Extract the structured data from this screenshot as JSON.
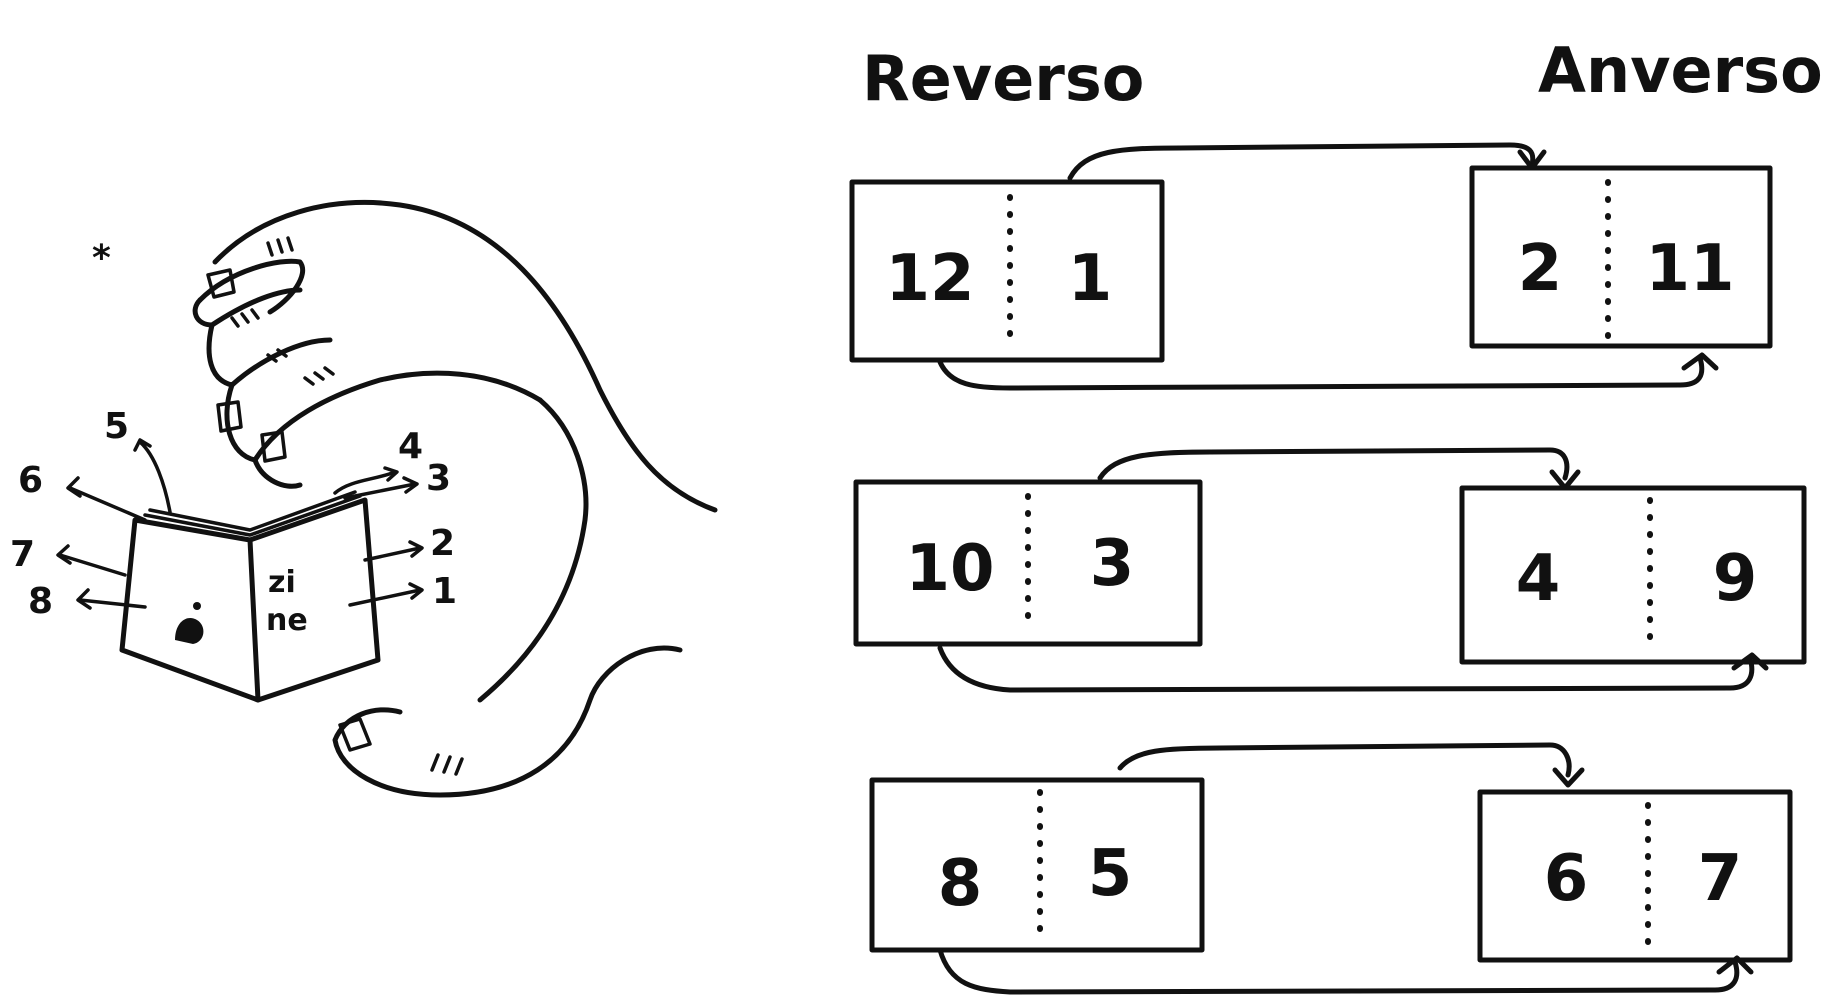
{
  "headings": {
    "reverse": "Reverso",
    "front": "Anverso"
  },
  "sheets": [
    {
      "reverse_left": "12",
      "reverse_right": "1",
      "front_left": "2",
      "front_right": "11"
    },
    {
      "reverse_left": "10",
      "reverse_right": "3",
      "front_left": "4",
      "front_right": "9"
    },
    {
      "reverse_left": "8",
      "reverse_right": "5",
      "front_left": "6",
      "front_right": "7"
    }
  ],
  "zine": {
    "asterisk": "*",
    "cover_line1": "zi",
    "cover_line2": "ne",
    "page_numbers": [
      "1",
      "2",
      "3",
      "4",
      "5",
      "6",
      "7",
      "8"
    ]
  }
}
